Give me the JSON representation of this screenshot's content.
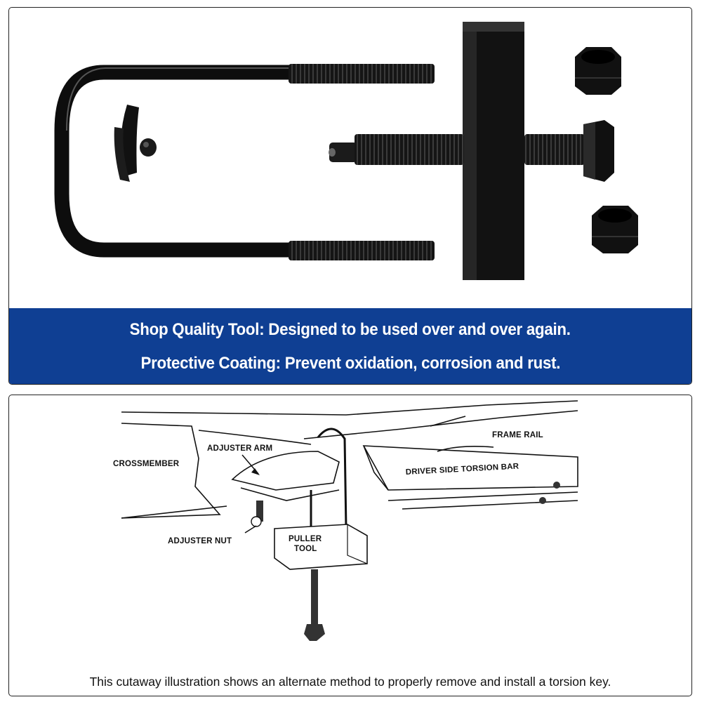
{
  "colors": {
    "banner": "#0f3f93",
    "tool_metal": "#111111",
    "panel_border": "#222222"
  },
  "banner": {
    "line1": "Shop Quality Tool: Designed to be used over and over again.",
    "line2": "Protective Coating: Prevent oxidation, corrosion and rust."
  },
  "diagram": {
    "labels": {
      "crossmember": "CROSSMEMBER",
      "adjuster_arm": "ADJUSTER ARM",
      "frame_rail": "FRAME RAIL",
      "torsion_bar": "DRIVER SIDE TORSION BAR",
      "adjuster_nut": "ADJUSTER NUT",
      "puller_line1": "PULLER",
      "puller_line2": "TOOL"
    }
  },
  "caption": "This cutaway illustration shows an alternate method to properly remove and install a torsion key."
}
